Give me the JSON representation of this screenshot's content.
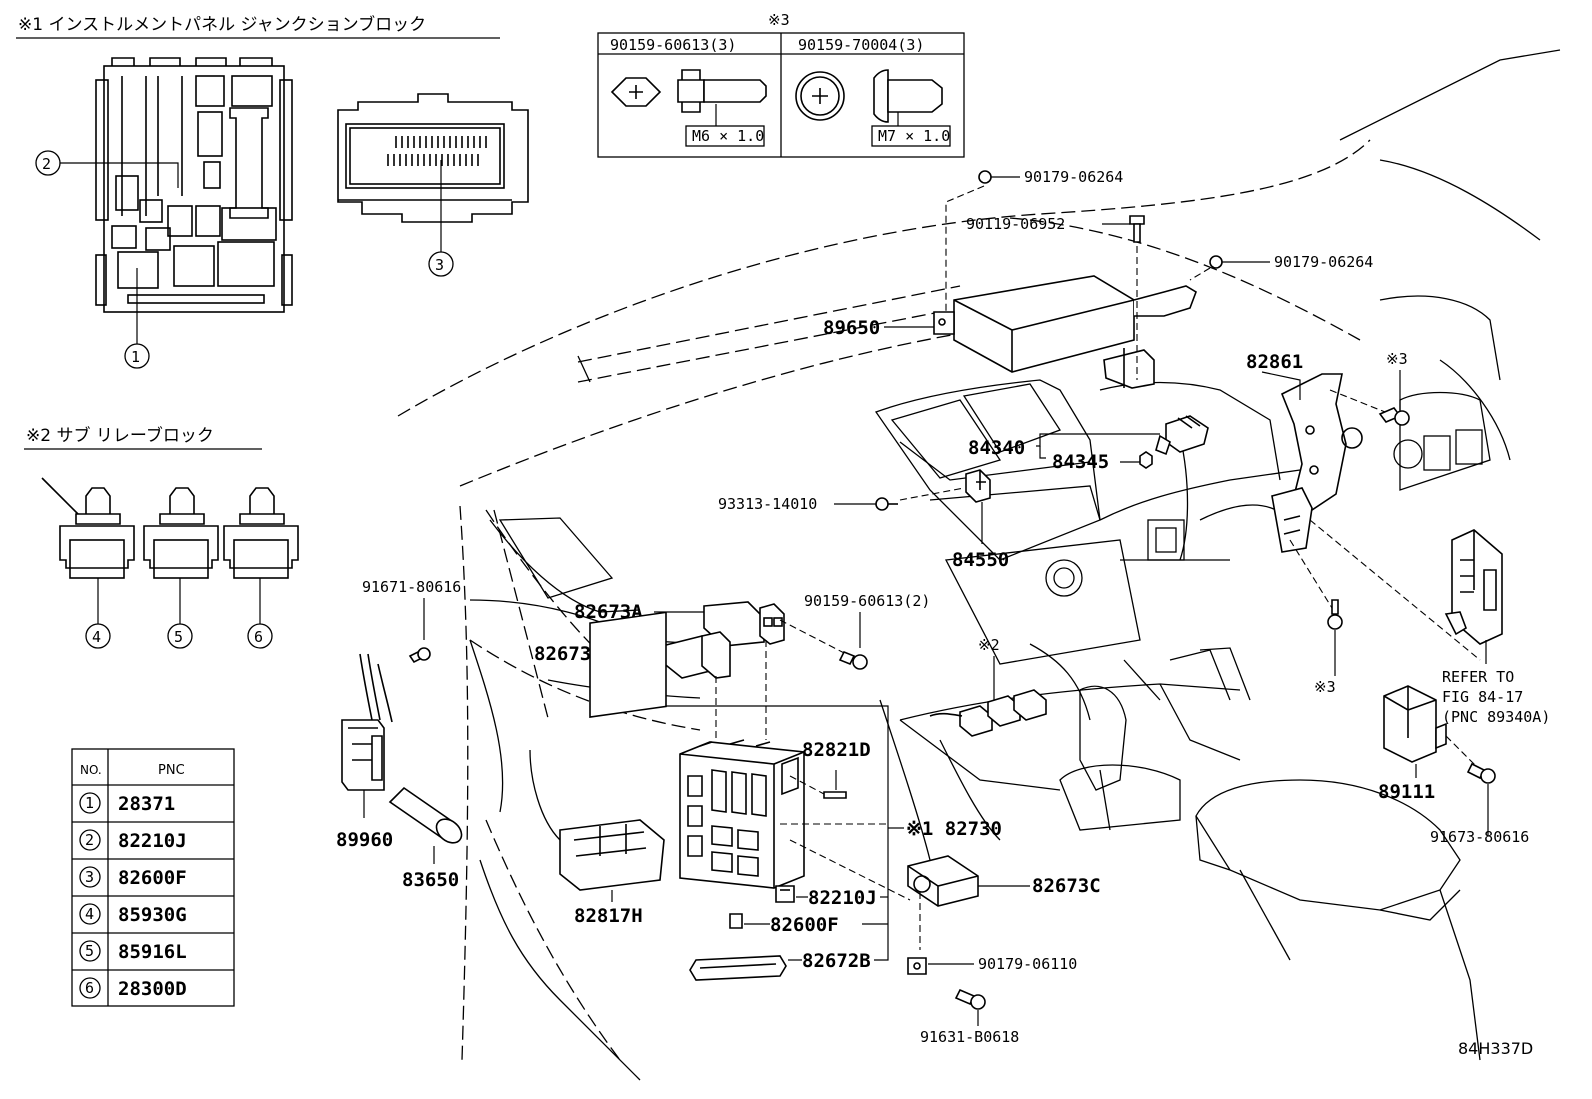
{
  "insets": {
    "junction_block": {
      "title": "※1 インストルメントパネル  ジャンクションブロック",
      "callouts": [
        "1",
        "2",
        "3"
      ]
    },
    "sub_relay_block": {
      "title": "※2 サブ  リレーブロック",
      "callouts": [
        "4",
        "5",
        "6"
      ]
    },
    "bolts": {
      "mark": "※3",
      "left_header": "90159-60613(3)",
      "right_header": "90159-70004(3)",
      "left_size": "M6 × 1.0",
      "right_size": "M7 × 1.0"
    }
  },
  "pnc_table": {
    "headers": [
      "NO.",
      "PNC"
    ],
    "rows": [
      {
        "no": "1",
        "pnc": "28371"
      },
      {
        "no": "2",
        "pnc": "82210J"
      },
      {
        "no": "3",
        "pnc": "82600F"
      },
      {
        "no": "4",
        "pnc": "85930G"
      },
      {
        "no": "5",
        "pnc": "85916L"
      },
      {
        "no": "6",
        "pnc": "28300D"
      }
    ]
  },
  "part_labels": {
    "p90179_06264_a": "90179-06264",
    "p90119_06952": "90119-06952",
    "p90179_06264_b": "90179-06264",
    "p89650": "89650",
    "p82861": "82861",
    "mark3_top": "※3",
    "p84340": "84340",
    "p84345": "84345",
    "p93313_14010": "93313-14010",
    "p84550": "84550",
    "p91671_80616": "91671-80616",
    "p82673A": "82673A",
    "p82673B": "82673B",
    "p90159_60613_2": "90159-60613(2)",
    "mark2": "※2",
    "mark3_mid": "※3",
    "refer_line1": "REFER TO",
    "refer_line2": "FIG 84-17",
    "refer_line3": "(PNC 89340A)",
    "p82821D": "82821D",
    "p89111": "89111",
    "p89960": "89960",
    "p82730": "※1 82730",
    "p91673_80616": "91673-80616",
    "p83650": "83650",
    "p82673C": "82673C",
    "p82817H": "82817H",
    "p82210J": "82210J",
    "p82600F": "82600F",
    "p82672B": "82672B",
    "p90179_06110": "90179-06110",
    "p91631_B0618": "91631-B0618"
  },
  "figure_code": "84H337D"
}
